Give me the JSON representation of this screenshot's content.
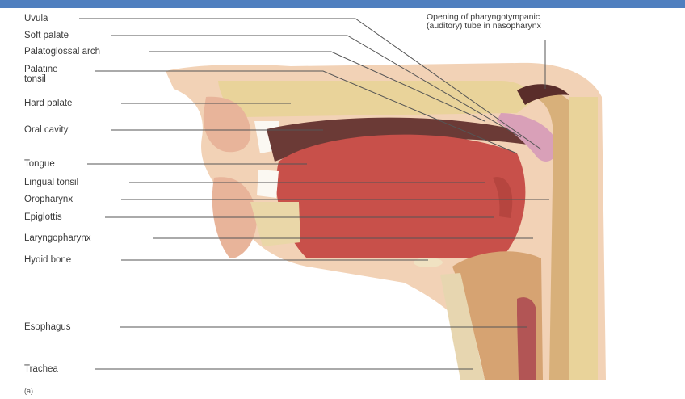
{
  "colors": {
    "top_band": "#4f7fbf",
    "leader_line": "#555555",
    "label_text": "#3a3a3a",
    "skin": "#f2d2b6",
    "muscle": "#c8504a",
    "bone": "#e9d39a",
    "cavity": "#f7e9dd",
    "cartilage": "#d8b07a"
  },
  "labels": {
    "uvula": "Uvula",
    "soft_palate": "Soft palate",
    "palatoglossal_arch": "Palatoglossal arch",
    "palatine_tonsil": "Palatine\ntonsil",
    "hard_palate": "Hard palate",
    "oral_cavity": "Oral cavity",
    "tongue": "Tongue",
    "lingual_tonsil": "Lingual tonsil",
    "oropharynx": "Oropharynx",
    "epiglottis": "Epiglottis",
    "laryngopharynx": "Laryngopharynx",
    "hyoid_bone": "Hyoid bone",
    "esophagus": "Esophagus",
    "trachea": "Trachea",
    "pharyngotympanic_opening": "Opening of pharyngotympanic\n(auditory) tube in nasopharynx",
    "panel_letter": "(a)"
  }
}
